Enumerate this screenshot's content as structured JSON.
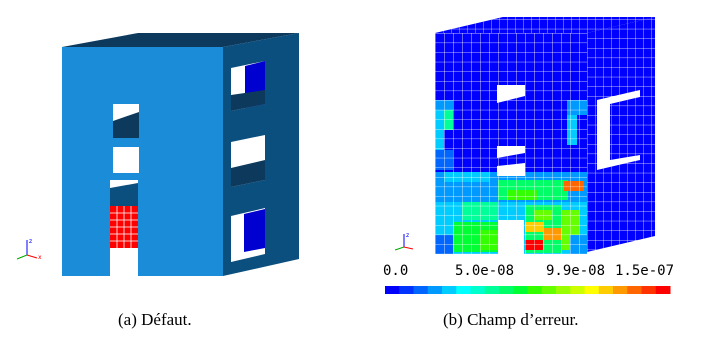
{
  "figure_a": {
    "caption": "(a)  Défaut.",
    "colors": {
      "front": "#1a8cd8",
      "side": "#0b4f7e",
      "roof": "#0d3a5c",
      "opening": "#0000d0",
      "defect": "#ff0000",
      "hole": "#ffffff"
    }
  },
  "figure_b": {
    "caption": "(b)  Champ d’erreur.",
    "colorbar": {
      "ticks": [
        "0.0",
        "5.0e-08",
        "9.9e-08",
        "1.5e-07"
      ],
      "tick_values": [
        0.0,
        5e-08,
        9.9e-08,
        1.5e-07
      ],
      "colors": [
        "#0000ff",
        "#0033ff",
        "#0066ff",
        "#0099ff",
        "#00ccff",
        "#00ffff",
        "#00ffcc",
        "#00ff99",
        "#00ff66",
        "#00ff33",
        "#33ff00",
        "#66ff00",
        "#99ff00",
        "#ccff00",
        "#ffff00",
        "#ffcc00",
        "#ff9900",
        "#ff6600",
        "#ff3300",
        "#ff0000"
      ]
    }
  },
  "triad_icon": {
    "name": "axes-triad-icon"
  }
}
